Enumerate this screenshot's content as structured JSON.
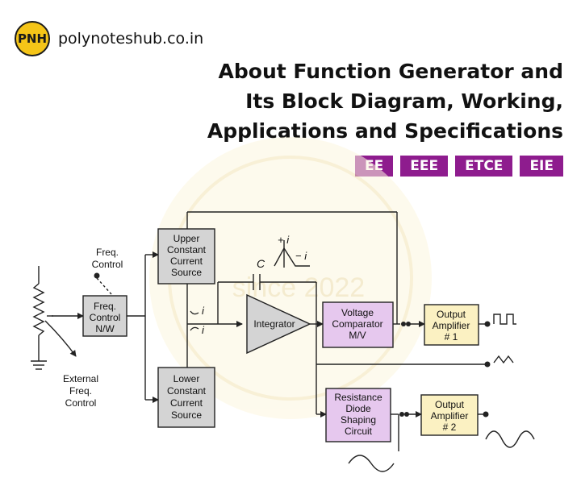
{
  "header": {
    "logo_text": "PNH",
    "site_name": "polynoteshub.co.in"
  },
  "title": {
    "line1": "About Function Generator and",
    "line2": "Its Block Diagram, Working,",
    "line3": "Applications and Specifications"
  },
  "tags": [
    "EE",
    "EEE",
    "ETCE",
    "EIE"
  ],
  "diagram": {
    "freq_control_label": [
      "Freq.",
      "Control"
    ],
    "freq_control_nw": [
      "Freq.",
      "Control",
      "N/W"
    ],
    "external_freq_control": [
      "External",
      "Freq.",
      "Control"
    ],
    "upper_source": [
      "Upper",
      "Constant",
      "Current",
      "Source"
    ],
    "lower_source": [
      "Lower",
      "Constant",
      "Current",
      "Source"
    ],
    "capacitor_label": "C",
    "plus_i": "+ i",
    "minus_i": "− i",
    "i_up": "i",
    "i_down": "i",
    "integrator": "Integrator",
    "comparator": [
      "Voltage",
      "Comparator",
      "M/V"
    ],
    "output_amp1": [
      "Output",
      "Amplifier",
      "# 1"
    ],
    "resistance_diode": [
      "Resistance",
      "Diode",
      "Shaping",
      "Circuit"
    ],
    "output_amp2": [
      "Output",
      "Amplifier",
      "# 2"
    ],
    "watermark_year": "since 2022"
  },
  "colors": {
    "accent": "#8e1c8e",
    "block_gray": "#d4d4d4",
    "block_purple": "#e6c8ee",
    "block_yellow": "#fbf1c2",
    "logo_yellow": "#f5c518"
  }
}
